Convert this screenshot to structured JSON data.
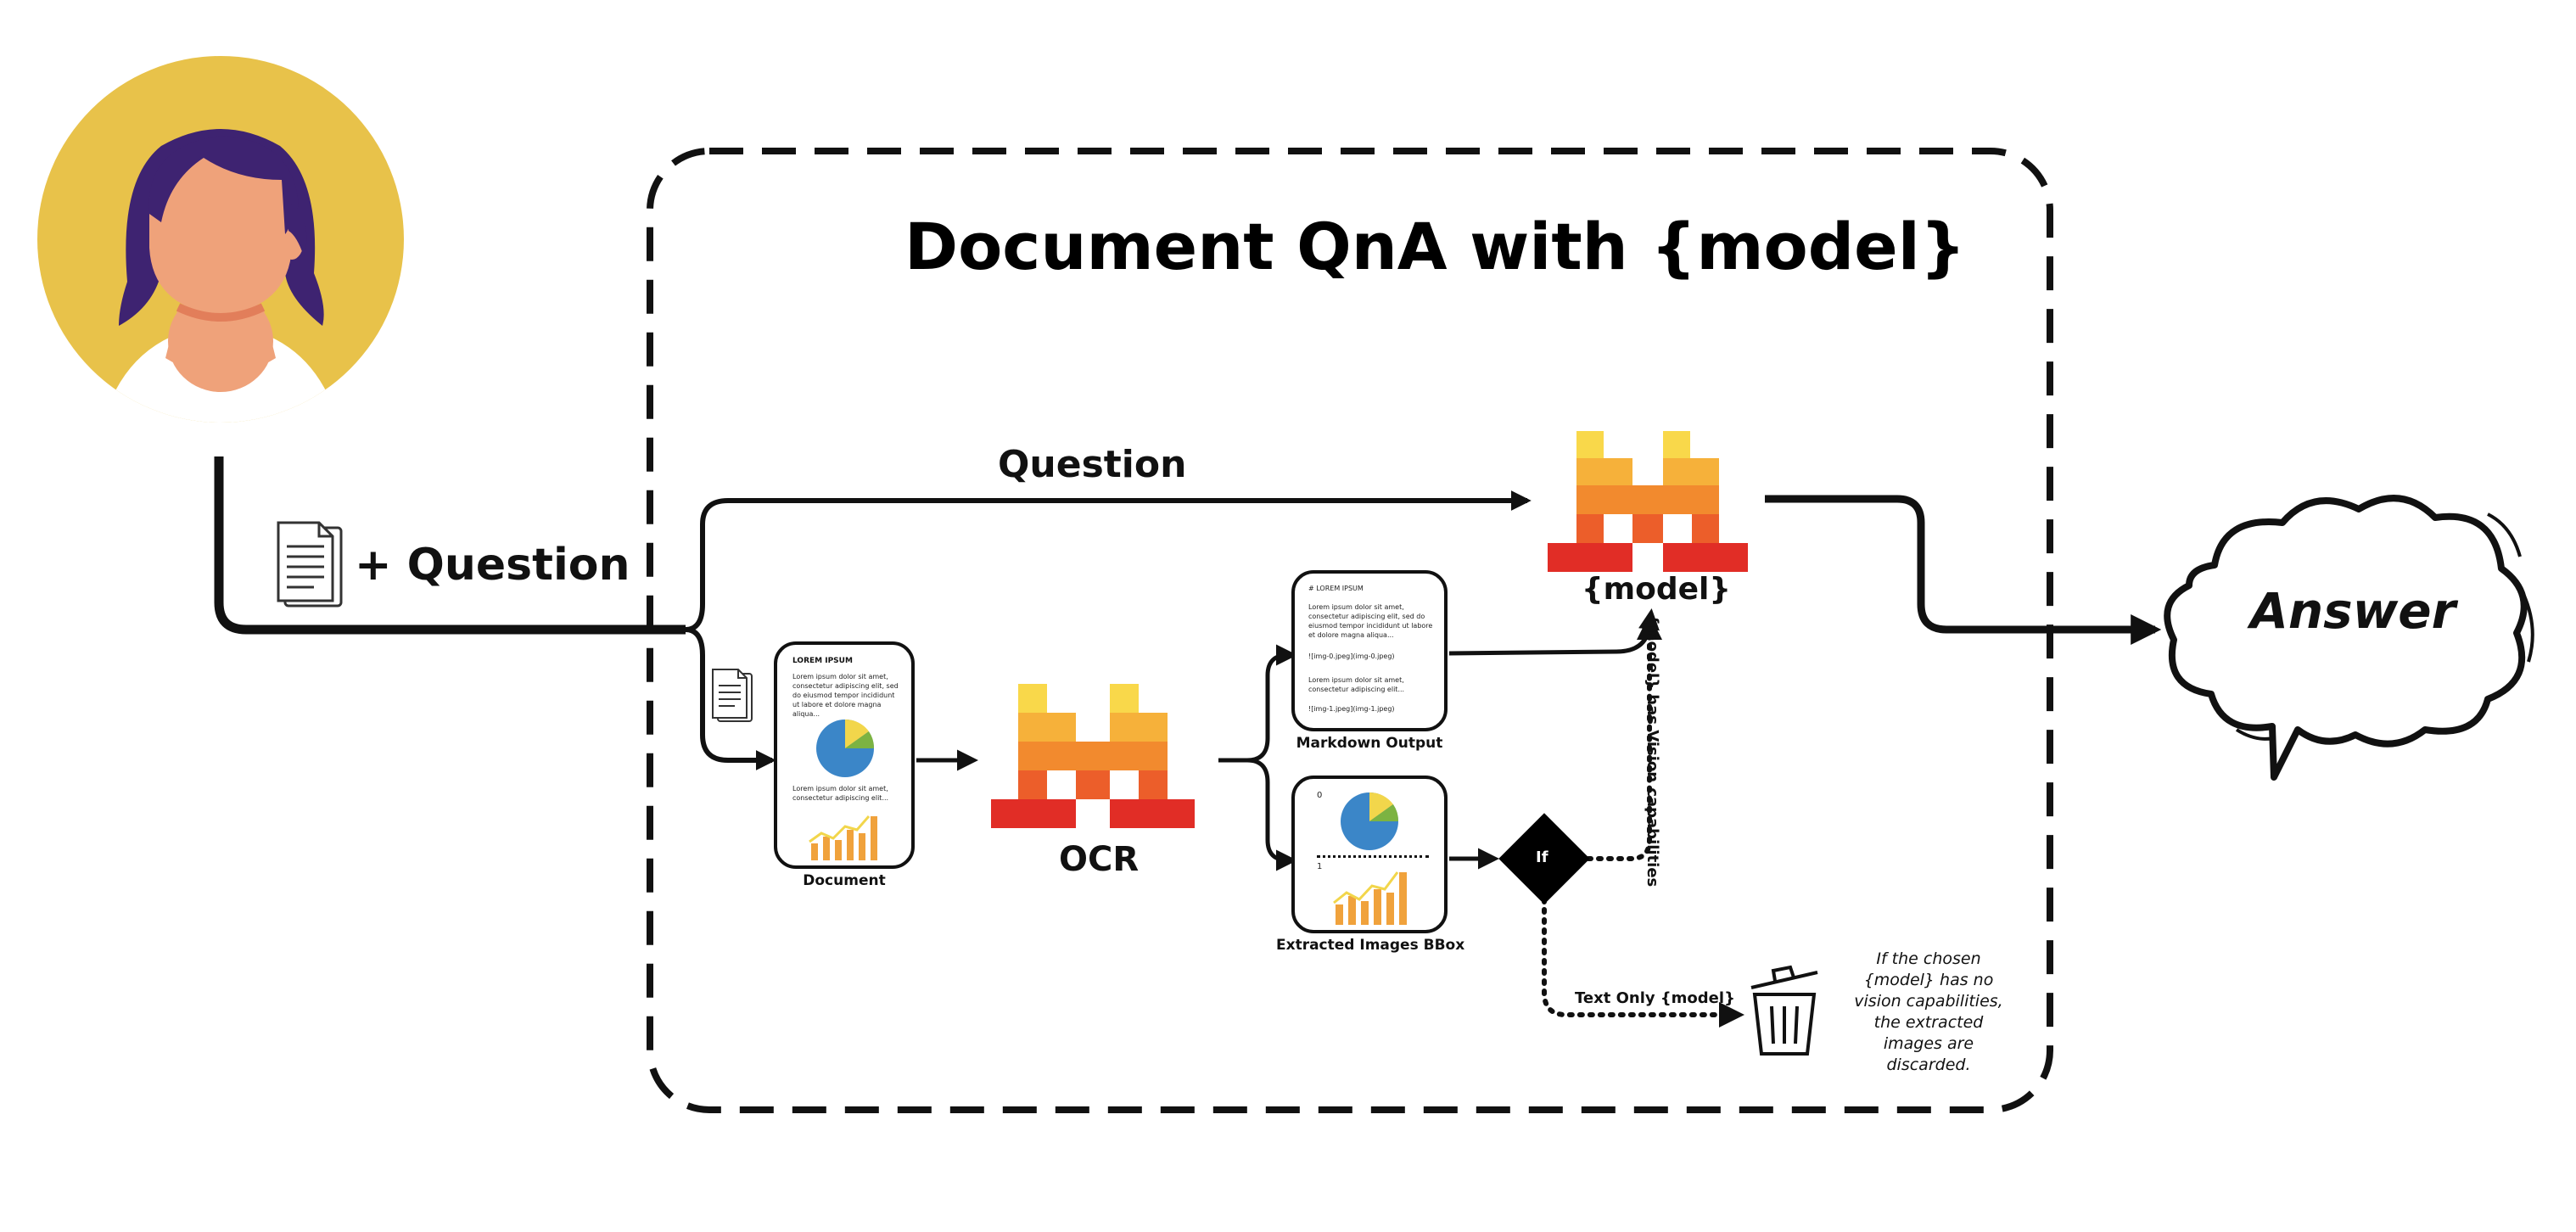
{
  "title": "Document QnA with {model}",
  "user_input_label": "+ Question",
  "question_label": "Question",
  "model_label": "{model}",
  "ocr_label": "OCR",
  "answer_label": "Answer",
  "document": {
    "caption": "Document",
    "heading": "LOREM IPSUM",
    "paragraph_1": "Lorem ipsum dolor sit amet, consectetur adipiscing elit, sed do eiusmod tempor incididunt ut labore et dolore magna aliqua...",
    "paragraph_2": "Lorem ipsum dolor sit amet, consectetur adipiscing elit..."
  },
  "markdown_output": {
    "caption": "Markdown Output",
    "heading": "# LOREM IPSUM",
    "paragraph_1": "Lorem ipsum dolor sit amet, consectetur adipiscing elit, sed do eiusmod tempor incididunt ut labore et dolore magna aliqua...",
    "image_ref_0": "![img-0.jpeg](img-0.jpeg)",
    "paragraph_2": "Lorem ipsum dolor sit amet, consectetur adipiscing elit...",
    "image_ref_1": "![img-1.jpeg](img-1.jpeg)"
  },
  "extracted_images": {
    "caption": "Extracted Images BBox",
    "index_0": "0",
    "index_1": "1"
  },
  "decision": {
    "label": "If",
    "vision_branch": "{model} has Vision capabilities",
    "text_branch": "Text Only {model}"
  },
  "discard_note": "If the chosen {model} has no vision capabilities, the extracted images are discarded.",
  "colors": {
    "avatar_bg": "#E8C24A",
    "hair": "#3E2371",
    "skin": "#EFA27A",
    "pie_blue": "#3B86C8",
    "pie_yellow": "#F2D64B",
    "pie_green": "#7CB342",
    "bar_orange": "#F0A23C",
    "logo_yellow": "#F9D84A",
    "logo_amber": "#F6B13A",
    "logo_orange": "#F28A2E",
    "logo_deep": "#EC5E2A",
    "logo_red": "#E12D26"
  },
  "icons": [
    "user-avatar-icon",
    "document-icon",
    "trash-icon",
    "cloud-icon",
    "mistral-logo-icon"
  ]
}
